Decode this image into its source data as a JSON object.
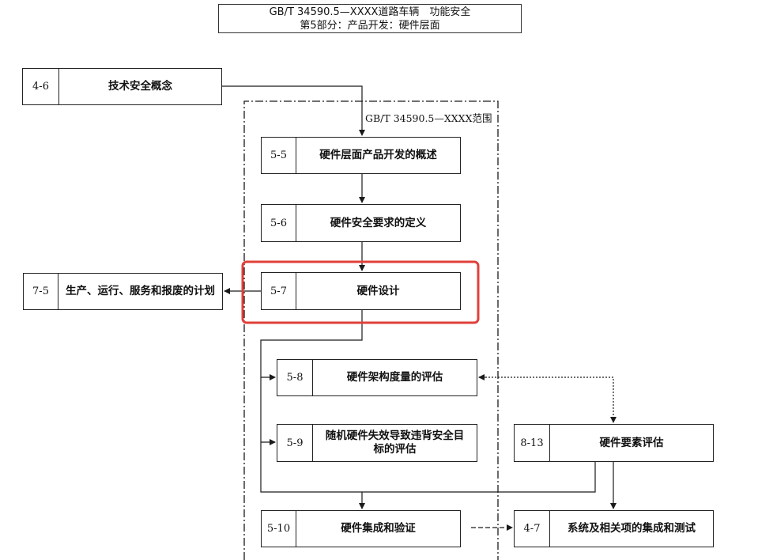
{
  "title": {
    "line1": "GB/T 34590.5—XXXX道路车辆　功能安全",
    "line2": "第5部分：产品开发：硬件层面"
  },
  "scope_label": "GB/T 34590.5—XXXX范围",
  "boxes": {
    "b46": {
      "code": "4-6",
      "name": "技术安全概念"
    },
    "b55": {
      "code": "5-5",
      "name": "硬件层面产品开发的概述"
    },
    "b56": {
      "code": "5-6",
      "name": "硬件安全要求的定义"
    },
    "b57": {
      "code": "5-7",
      "name": "硬件设计"
    },
    "b75": {
      "code": "7-5",
      "name": "生产、运行、服务和报废的计划"
    },
    "b58": {
      "code": "5-8",
      "name": "硬件架构度量的评估"
    },
    "b59": {
      "code": "5-9",
      "name": "随机硬件失效导致违背安全目标的评估"
    },
    "b813": {
      "code": "8-13",
      "name": "硬件要素评估"
    },
    "b510": {
      "code": "5-10",
      "name": "硬件集成和验证"
    },
    "b47": {
      "code": "4-7",
      "name": "系统及相关项的集成和测试"
    }
  },
  "colors": {
    "highlight": "#e0403a",
    "line": "#1a1a1a"
  }
}
